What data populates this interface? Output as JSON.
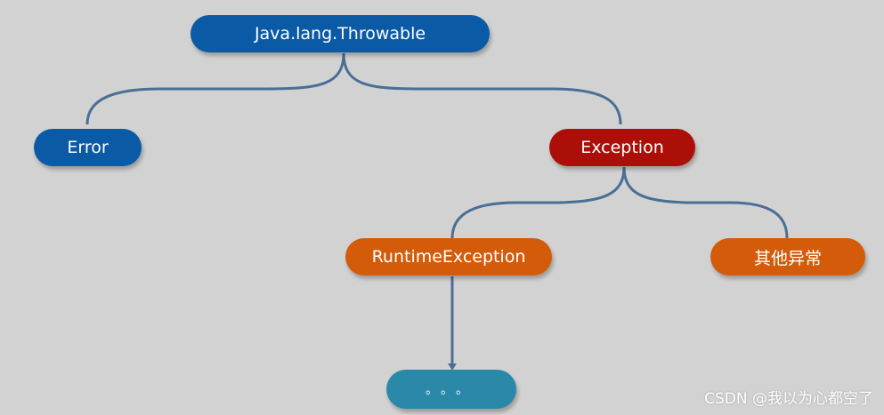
{
  "colors": {
    "background": "#d2d2d2",
    "root": "#0b5aa6",
    "error": "#0b5aa6",
    "exception": "#ac0e08",
    "runtime": "#d45b0a",
    "other": "#d45b0a",
    "more": "#2a89a8",
    "connector": "#4a6f96"
  },
  "nodes": {
    "root": "Java.lang.Throwable",
    "error": "Error",
    "exception": "Exception",
    "runtime": "RuntimeException",
    "other": "其他异常",
    "more": "。。。"
  },
  "watermark": "CSDN @我以为心都空了"
}
